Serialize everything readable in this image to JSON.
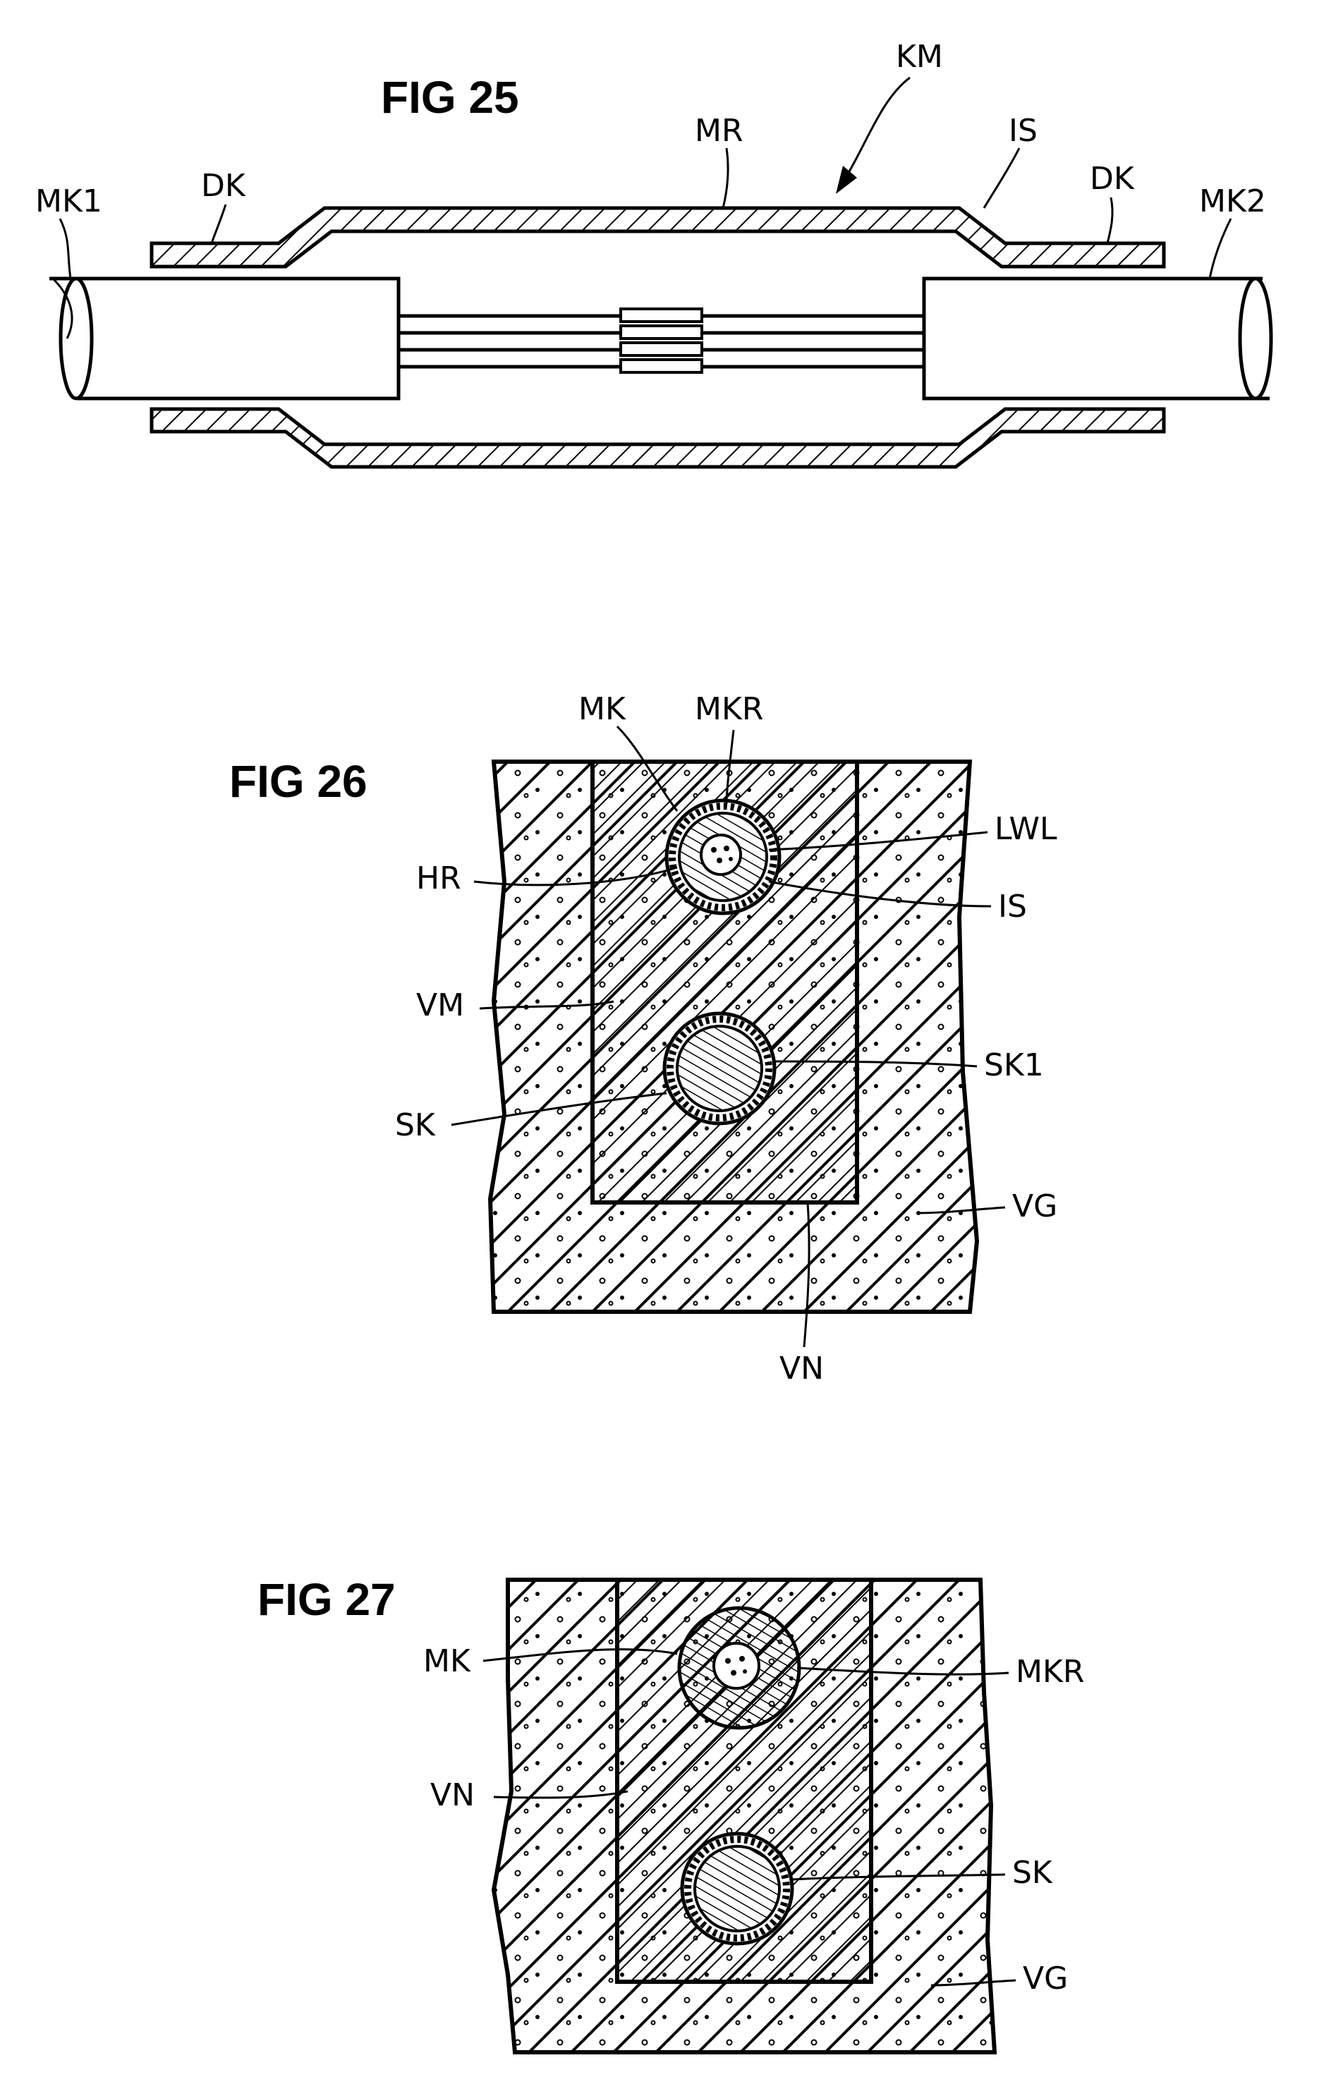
{
  "fig25": {
    "title": "FIG 25",
    "labels": {
      "mk1": "MK1",
      "dk_left": "DK",
      "mr": "MR",
      "km": "KM",
      "is": "IS",
      "dk_right": "DK",
      "mk2": "MK2"
    }
  },
  "fig26": {
    "title": "FIG 26",
    "labels": {
      "mk": "MK",
      "mkr": "MKR",
      "lwl": "LWL",
      "hr": "HR",
      "is": "IS",
      "vm": "VM",
      "sk1": "SK1",
      "sk": "SK",
      "vg": "VG",
      "vn": "VN"
    }
  },
  "fig27": {
    "title": "FIG 27",
    "labels": {
      "mk": "MK",
      "mkr": "MKR",
      "vn": "VN",
      "sk": "SK",
      "vg": "VG"
    }
  }
}
